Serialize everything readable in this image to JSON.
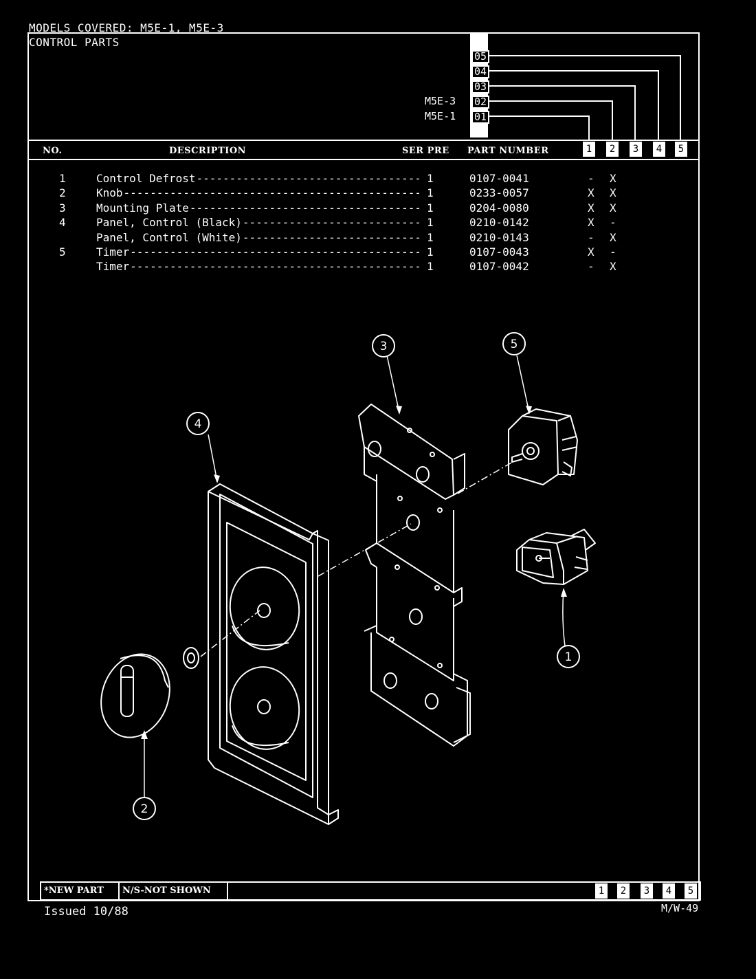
{
  "header": {
    "models_covered": "MODELS COVERED:  M5E-1, M5E-3",
    "section_title": "CONTROL PARTS",
    "model_codes": [
      {
        "label": "",
        "code": "05"
      },
      {
        "label": "",
        "code": "04"
      },
      {
        "label": "",
        "code": "03"
      },
      {
        "label": "M5E-3",
        "code": "02"
      },
      {
        "label": "M5E-1",
        "code": "01"
      }
    ]
  },
  "columns": {
    "no": "NO.",
    "description": "DESCRIPTION",
    "ser_pre": "SER PRE",
    "part_number": "PART NUMBER",
    "model_cols": [
      "1",
      "2",
      "3",
      "4",
      "5"
    ]
  },
  "parts": [
    {
      "no": "1",
      "desc": "Control Defrost",
      "ser": "1",
      "part": "0107-0041",
      "c1": "-",
      "c2": "X"
    },
    {
      "no": "2",
      "desc": "Knob",
      "ser": "1",
      "part": "0233-0057",
      "c1": "X",
      "c2": "X"
    },
    {
      "no": "3",
      "desc": "Mounting Plate",
      "ser": "1",
      "part": "0204-0080",
      "c1": "X",
      "c2": "X"
    },
    {
      "no": "4",
      "desc": "Panel, Control (Black)",
      "ser": "1",
      "part": "0210-0142",
      "c1": "X",
      "c2": "-"
    },
    {
      "no": "",
      "desc": "Panel, Control (White)",
      "ser": "1",
      "part": "0210-0143",
      "c1": "-",
      "c2": "X"
    },
    {
      "no": "5",
      "desc": "Timer",
      "ser": "1",
      "part": "0107-0043",
      "c1": "X",
      "c2": "-"
    },
    {
      "no": "",
      "desc": "Timer",
      "ser": "1",
      "part": "0107-0042",
      "c1": "-",
      "c2": "X"
    }
  ],
  "callouts": [
    "1",
    "2",
    "3",
    "4",
    "5"
  ],
  "footer": {
    "new_part": "*NEW PART",
    "not_shown": "N/S-NOT SHOWN",
    "issued": "Issued 10/88",
    "page_code": "M/W-49",
    "model_cols": [
      "1",
      "2",
      "3",
      "4",
      "5"
    ]
  }
}
